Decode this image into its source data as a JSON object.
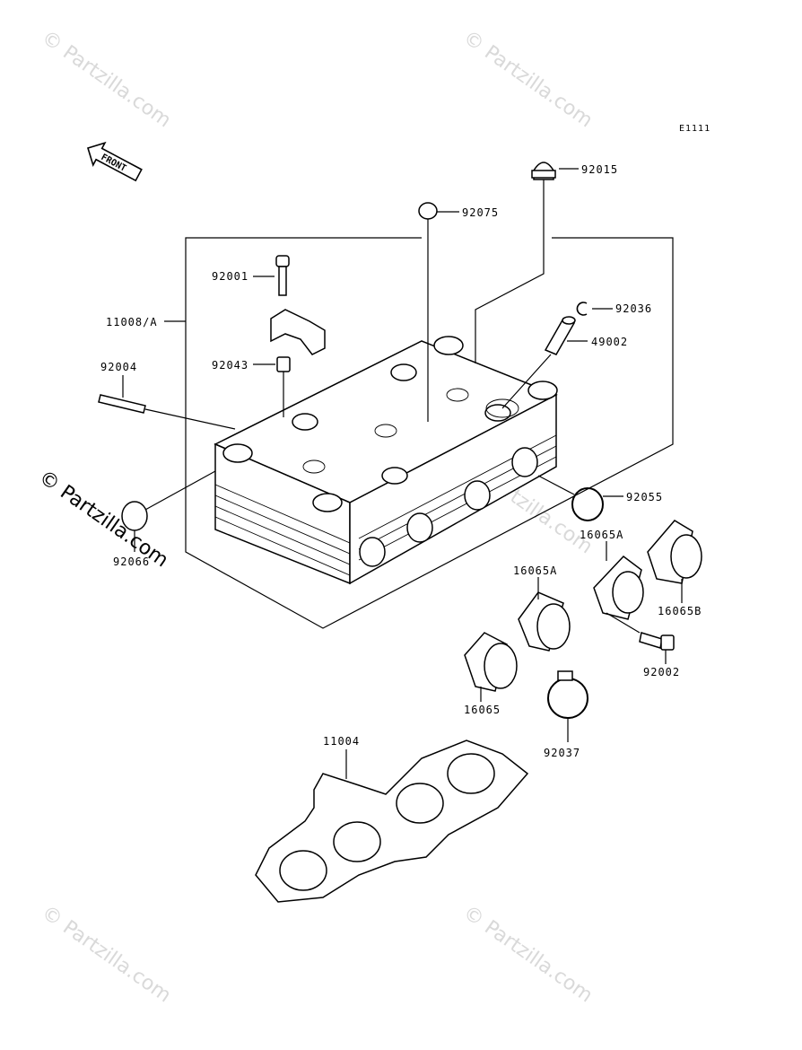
{
  "diagram_code": "E1111",
  "front_arrow_text": "FRONT",
  "watermark_text": "© Partzilla.com",
  "labels": {
    "p92015": "92015",
    "p92075": "92075",
    "p92001": "92001",
    "p11008a": "11008/A",
    "p92036": "92036",
    "p49002": "49002",
    "p92004": "92004",
    "p92043": "92043",
    "p92055": "92055",
    "p92066": "92066",
    "p16065a_1": "16065A",
    "p16065a_2": "16065A",
    "p16065b": "16065B",
    "p92002": "92002",
    "p16065": "16065",
    "p92037": "92037",
    "p11004": "11004"
  }
}
